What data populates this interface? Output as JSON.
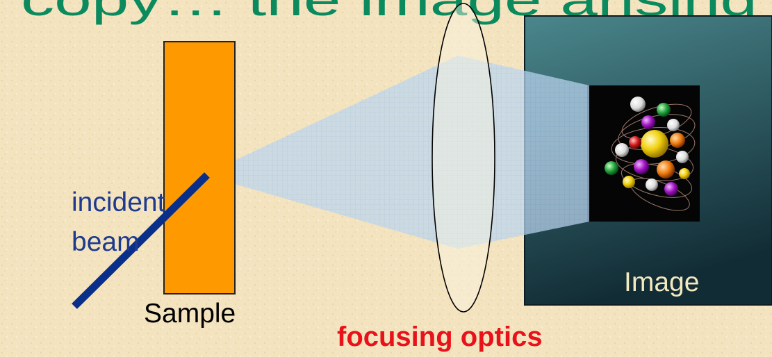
{
  "slide": {
    "title_fragment": "copy… the image arising"
  },
  "labels": {
    "incident_beam_line1": "incident",
    "incident_beam_line2": "beam",
    "sample": "Sample",
    "lens": "focusing optics",
    "image": "Image"
  },
  "colors": {
    "background": "#f3e3bf",
    "title_text": "#0b8a5e",
    "label_text": "#1d3a8f",
    "sample_fill": "#ff9900",
    "beam": "#0a2f8a",
    "cone_fill": "#b8d3ef",
    "lens_fill": "#fbf4e2",
    "image_panel_top": "#3e7f86",
    "image_panel_bottom": "#14313a",
    "image_label": "#f3e9c0",
    "optics_label": "#e8121a"
  },
  "icons": {
    "image_content": "molecular-structure-photo-icon"
  }
}
